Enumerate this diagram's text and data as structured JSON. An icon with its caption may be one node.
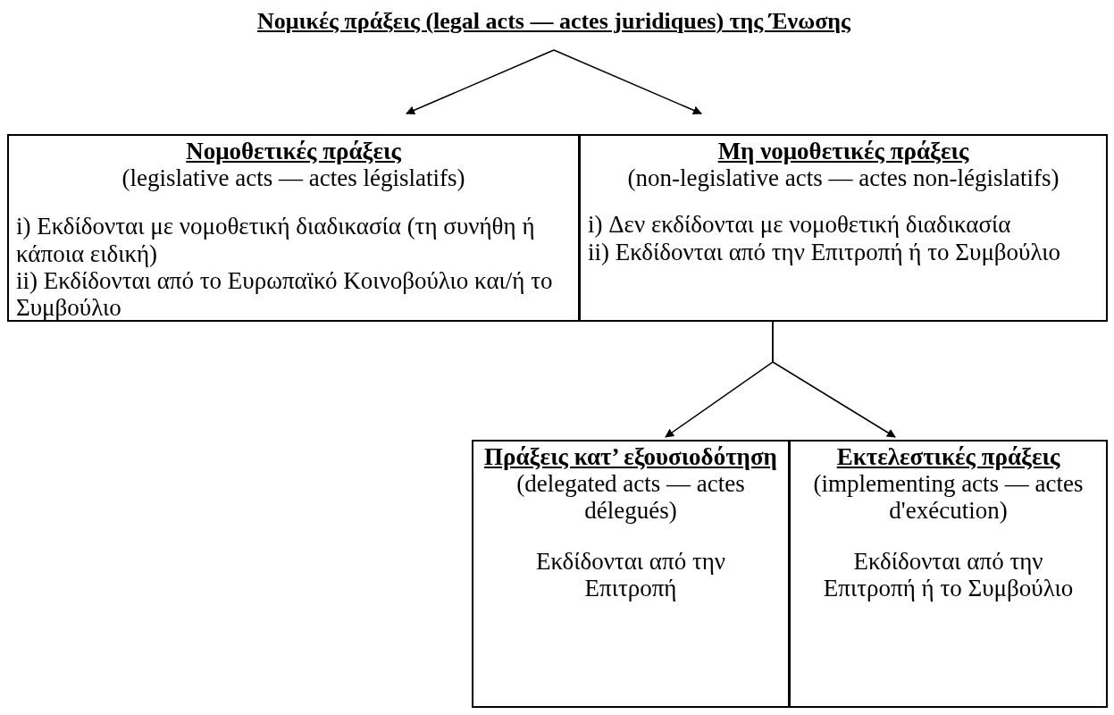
{
  "diagram": {
    "nodes": [
      {
        "text": [
          "Νομικές πράξεις (legal acts — actes juridiques) της Ένωσης"
        ]
      },
      {
        "text": [
          "Νομοθετικές πράξεις",
          "(legislative acts — actes législatifs)",
          "i) Εκδίδονται με νομοθετική διαδικασία (τη συνήθη ή κάποια ειδική)",
          "ii) Εκδίδονται από το Ευρωπαϊκό Κοινοβούλιο και/ή το Συμβούλιο"
        ]
      },
      {
        "text": [
          "Μη νομοθετικές πράξεις",
          "(non-legislative acts — actes non-législatifs)",
          "i) Δεν εκδίδονται με νομοθετική διαδικασία",
          "ii) Εκδίδονται από την Επιτροπή ή το Συμβούλιο"
        ]
      },
      {
        "text": [
          "Πράξεις κατ’ εξουσιοδότηση",
          "(delegated acts — actes délegués)",
          "Εκδίδονται από την Επιτροπή"
        ]
      },
      {
        "text": [
          "Εκτελεστικές πράξεις",
          "(implementing acts — actes d'exécution)",
          "Εκδίδονται από την Επιτροπή ή το Συμβούλιο"
        ]
      }
    ],
    "edges": [
      {
        "from": 0,
        "to": 1,
        "arrow": "to"
      },
      {
        "from": 0,
        "to": 2,
        "arrow": "to"
      },
      {
        "from": 2,
        "to": 3,
        "arrow": "to"
      },
      {
        "from": 2,
        "to": 4,
        "arrow": "to"
      }
    ]
  }
}
